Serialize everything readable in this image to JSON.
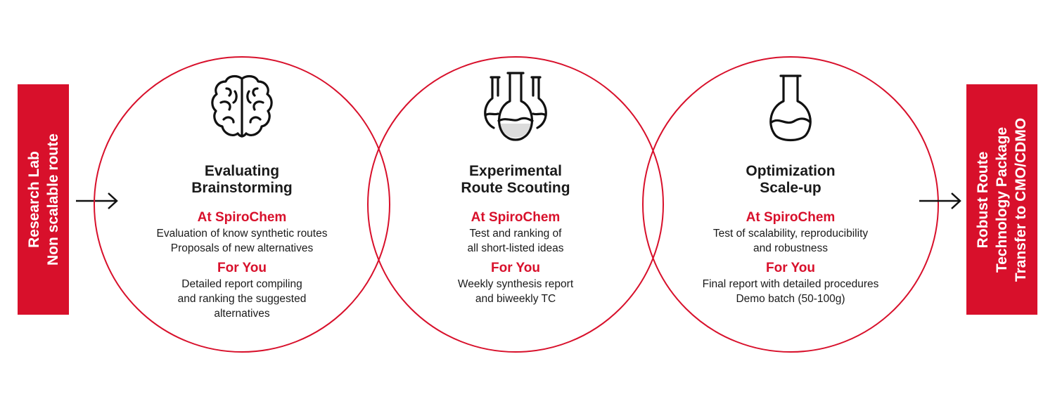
{
  "colors": {
    "accent": "#d8102b",
    "text": "#1a1a1a",
    "background": "#ffffff"
  },
  "left_box": {
    "lines": [
      "Research Lab",
      "Non scalable route"
    ]
  },
  "right_box": {
    "lines": [
      "Robust Route",
      "Technology Package",
      "Transfer to CMO/CDMO"
    ]
  },
  "stages": [
    {
      "icon": "brain-icon",
      "title": [
        "Evaluating",
        "Brainstorming"
      ],
      "at_label": "At SpiroChem",
      "at_lines": [
        "Evaluation of know synthetic routes",
        "Proposals of new alternatives"
      ],
      "for_label": "For You",
      "for_lines": [
        "Detailed report compiling",
        "and ranking the suggested",
        "alternatives"
      ]
    },
    {
      "icon": "flasks-icon",
      "title": [
        "Experimental",
        "Route Scouting"
      ],
      "at_label": "At SpiroChem",
      "at_lines": [
        "Test and ranking of",
        "all short-listed ideas"
      ],
      "for_label": "For You",
      "for_lines": [
        "Weekly synthesis report",
        "and biweekly TC"
      ]
    },
    {
      "icon": "flask-icon",
      "title": [
        "Optimization",
        "Scale-up"
      ],
      "at_label": "At SpiroChem",
      "at_lines": [
        "Test of scalability, reproducibility",
        "and robustness"
      ],
      "for_label": "For You",
      "for_lines": [
        "Final report with detailed procedures",
        "Demo batch (50-100g)"
      ]
    }
  ]
}
